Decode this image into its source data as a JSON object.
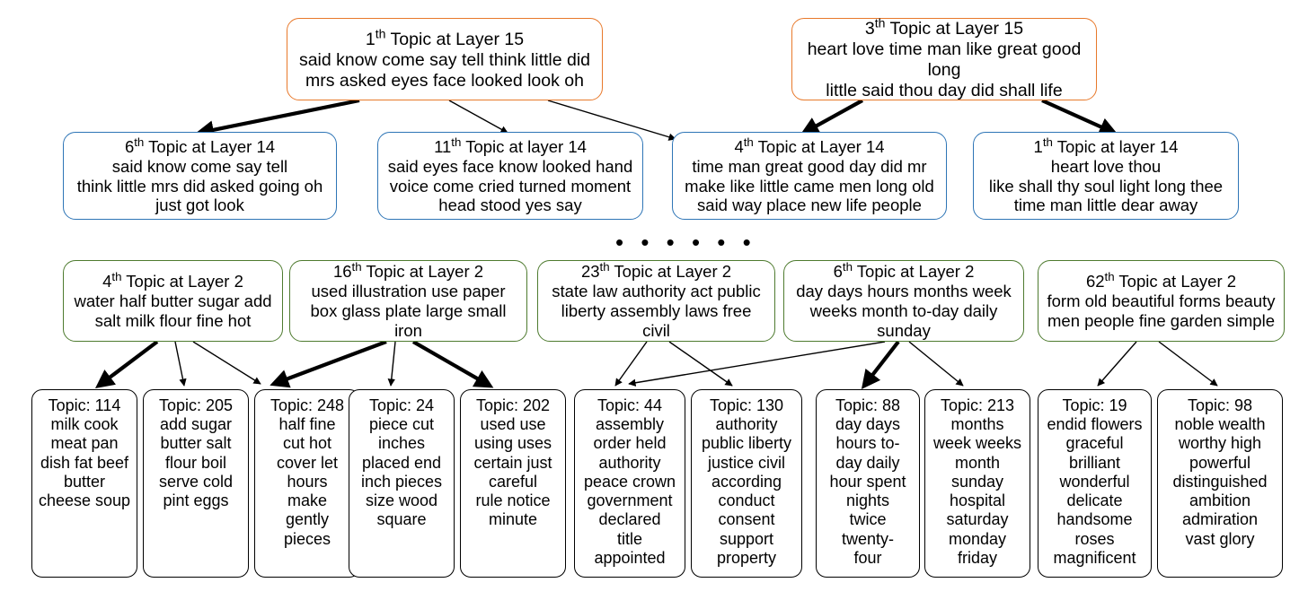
{
  "diagram": {
    "title": "Hierarchical topic tree",
    "colors": {
      "layer15": "#E8792B",
      "layer14": "#2E75B6",
      "layer2": "#4E7B2F",
      "leaf": "#000000",
      "arrow": "#000000",
      "background": "#FFFFFF"
    },
    "ellipsis": "• • • • • •",
    "layer15": [
      {
        "id": "L15-1",
        "ordinal": "1",
        "suffix": "th",
        "title_rest": " Topic at Layer 15",
        "words": "said know come say tell think little did\nmrs asked eyes face looked look oh"
      },
      {
        "id": "L15-3",
        "ordinal": "3",
        "suffix": "th",
        "title_rest": " Topic at Layer 15",
        "words": "heart love time man like great good long\nlittle said thou day did shall life"
      }
    ],
    "layer14": [
      {
        "id": "L14-6",
        "ordinal": "6",
        "suffix": "th",
        "title_rest": " Topic at Layer 14",
        "words": "said know come say tell\nthink little mrs did asked going oh\njust got look"
      },
      {
        "id": "L14-11",
        "ordinal": "11",
        "suffix": "th",
        "title_rest": " Topic at layer 14",
        "words": "said eyes face know looked hand\nvoice come cried turned moment\nhead stood yes say"
      },
      {
        "id": "L14-4",
        "ordinal": "4",
        "suffix": "th",
        "title_rest": " Topic at Layer 14",
        "words": "time man great good day did mr\nmake like little came men long old\nsaid way place new life people"
      },
      {
        "id": "L14-1",
        "ordinal": "1",
        "suffix": "th",
        "title_rest": " Topic at layer 14",
        "words": "heart love thou\nlike shall thy soul light long thee\ntime man little dear away"
      }
    ],
    "layer2": [
      {
        "id": "L2-4",
        "ordinal": "4",
        "suffix": "th",
        "title_rest": "  Topic at Layer 2",
        "words": "water half butter sugar add\nsalt milk flour fine hot"
      },
      {
        "id": "L2-16",
        "ordinal": "16",
        "suffix": "th",
        "title_rest": " Topic at Layer 2",
        "words": "used illustration use paper\nbox glass plate large small iron"
      },
      {
        "id": "L2-23",
        "ordinal": "23",
        "suffix": "th",
        "title_rest": " Topic at Layer 2",
        "words": "state law authority act public\nliberty assembly laws free civil"
      },
      {
        "id": "L2-6",
        "ordinal": "6",
        "suffix": "th",
        "title_rest": " Topic at Layer 2",
        "words": "day days hours months week\nweeks month to-day daily sunday"
      },
      {
        "id": "L2-62",
        "ordinal": "62",
        "suffix": "th",
        "title_rest": " Topic at Layer 2",
        "words": "form old beautiful forms beauty\nmen people fine garden simple"
      }
    ],
    "leaves": [
      {
        "id": "T114",
        "title": "Topic: 114",
        "words": "milk cook\nmeat pan\ndish fat beef\nbutter\ncheese soup"
      },
      {
        "id": "T205",
        "title": "Topic: 205",
        "words": "add sugar\nbutter salt\nflour boil\nserve cold\npint eggs"
      },
      {
        "id": "T248",
        "title": "Topic: 248",
        "words": "half fine\ncut hot\ncover let\nhours\nmake\ngently\npieces"
      },
      {
        "id": "T24",
        "title": "Topic: 24",
        "words": "piece cut\ninches\nplaced end\ninch pieces\nsize wood\nsquare"
      },
      {
        "id": "T202",
        "title": "Topic: 202",
        "words": "used use\nusing uses\ncertain just\ncareful\nrule notice\nminute"
      },
      {
        "id": "T44",
        "title": "Topic: 44",
        "words": "assembly\norder held\nauthority\npeace crown\ngovernment\ndeclared\ntitle\nappointed"
      },
      {
        "id": "T130",
        "title": "Topic: 130",
        "words": "authority\npublic liberty\njustice civil\naccording\nconduct\nconsent\nsupport\nproperty"
      },
      {
        "id": "T88",
        "title": "Topic: 88",
        "words": "day days\nhours to-\nday daily\nhour spent\nnights\ntwice\ntwenty-\nfour"
      },
      {
        "id": "T213",
        "title": "Topic: 213",
        "words": "months\nweek weeks\nmonth\nsunday\nhospital\nsaturday\nmonday\nfriday"
      },
      {
        "id": "T19",
        "title": "Topic: 19",
        "words": "endid flowers\ngraceful\nbrilliant\nwonderful\ndelicate\nhandsome\nroses\nmagnificent"
      },
      {
        "id": "T98",
        "title": "Topic: 98",
        "words": "noble wealth\nworthy high\npowerful\ndistinguished\nambition\nadmiration\nvast glory"
      }
    ],
    "edges": [
      {
        "from": "L15-1",
        "to": "L14-6",
        "weight": "thick"
      },
      {
        "from": "L15-1",
        "to": "L14-11",
        "weight": "thin"
      },
      {
        "from": "L15-1",
        "to": "L14-4",
        "weight": "thin"
      },
      {
        "from": "L15-3",
        "to": "L14-4",
        "weight": "thick"
      },
      {
        "from": "L15-3",
        "to": "L14-1",
        "weight": "thick"
      },
      {
        "from": "L2-4",
        "to": "T114",
        "weight": "thick"
      },
      {
        "from": "L2-4",
        "to": "T205",
        "weight": "thin"
      },
      {
        "from": "L2-4",
        "to": "T248",
        "weight": "thin"
      },
      {
        "from": "L2-16",
        "to": "T248",
        "weight": "thick"
      },
      {
        "from": "L2-16",
        "to": "T24",
        "weight": "thin"
      },
      {
        "from": "L2-16",
        "to": "T202",
        "weight": "thick"
      },
      {
        "from": "L2-23",
        "to": "T44",
        "weight": "thin"
      },
      {
        "from": "L2-23",
        "to": "T130",
        "weight": "thin"
      },
      {
        "from": "L2-6",
        "to": "T44",
        "weight": "thin"
      },
      {
        "from": "L2-6",
        "to": "T88",
        "weight": "thick"
      },
      {
        "from": "L2-6",
        "to": "T213",
        "weight": "thin"
      },
      {
        "from": "L2-62",
        "to": "T19",
        "weight": "thin"
      },
      {
        "from": "L2-62",
        "to": "T98",
        "weight": "thin"
      }
    ]
  }
}
